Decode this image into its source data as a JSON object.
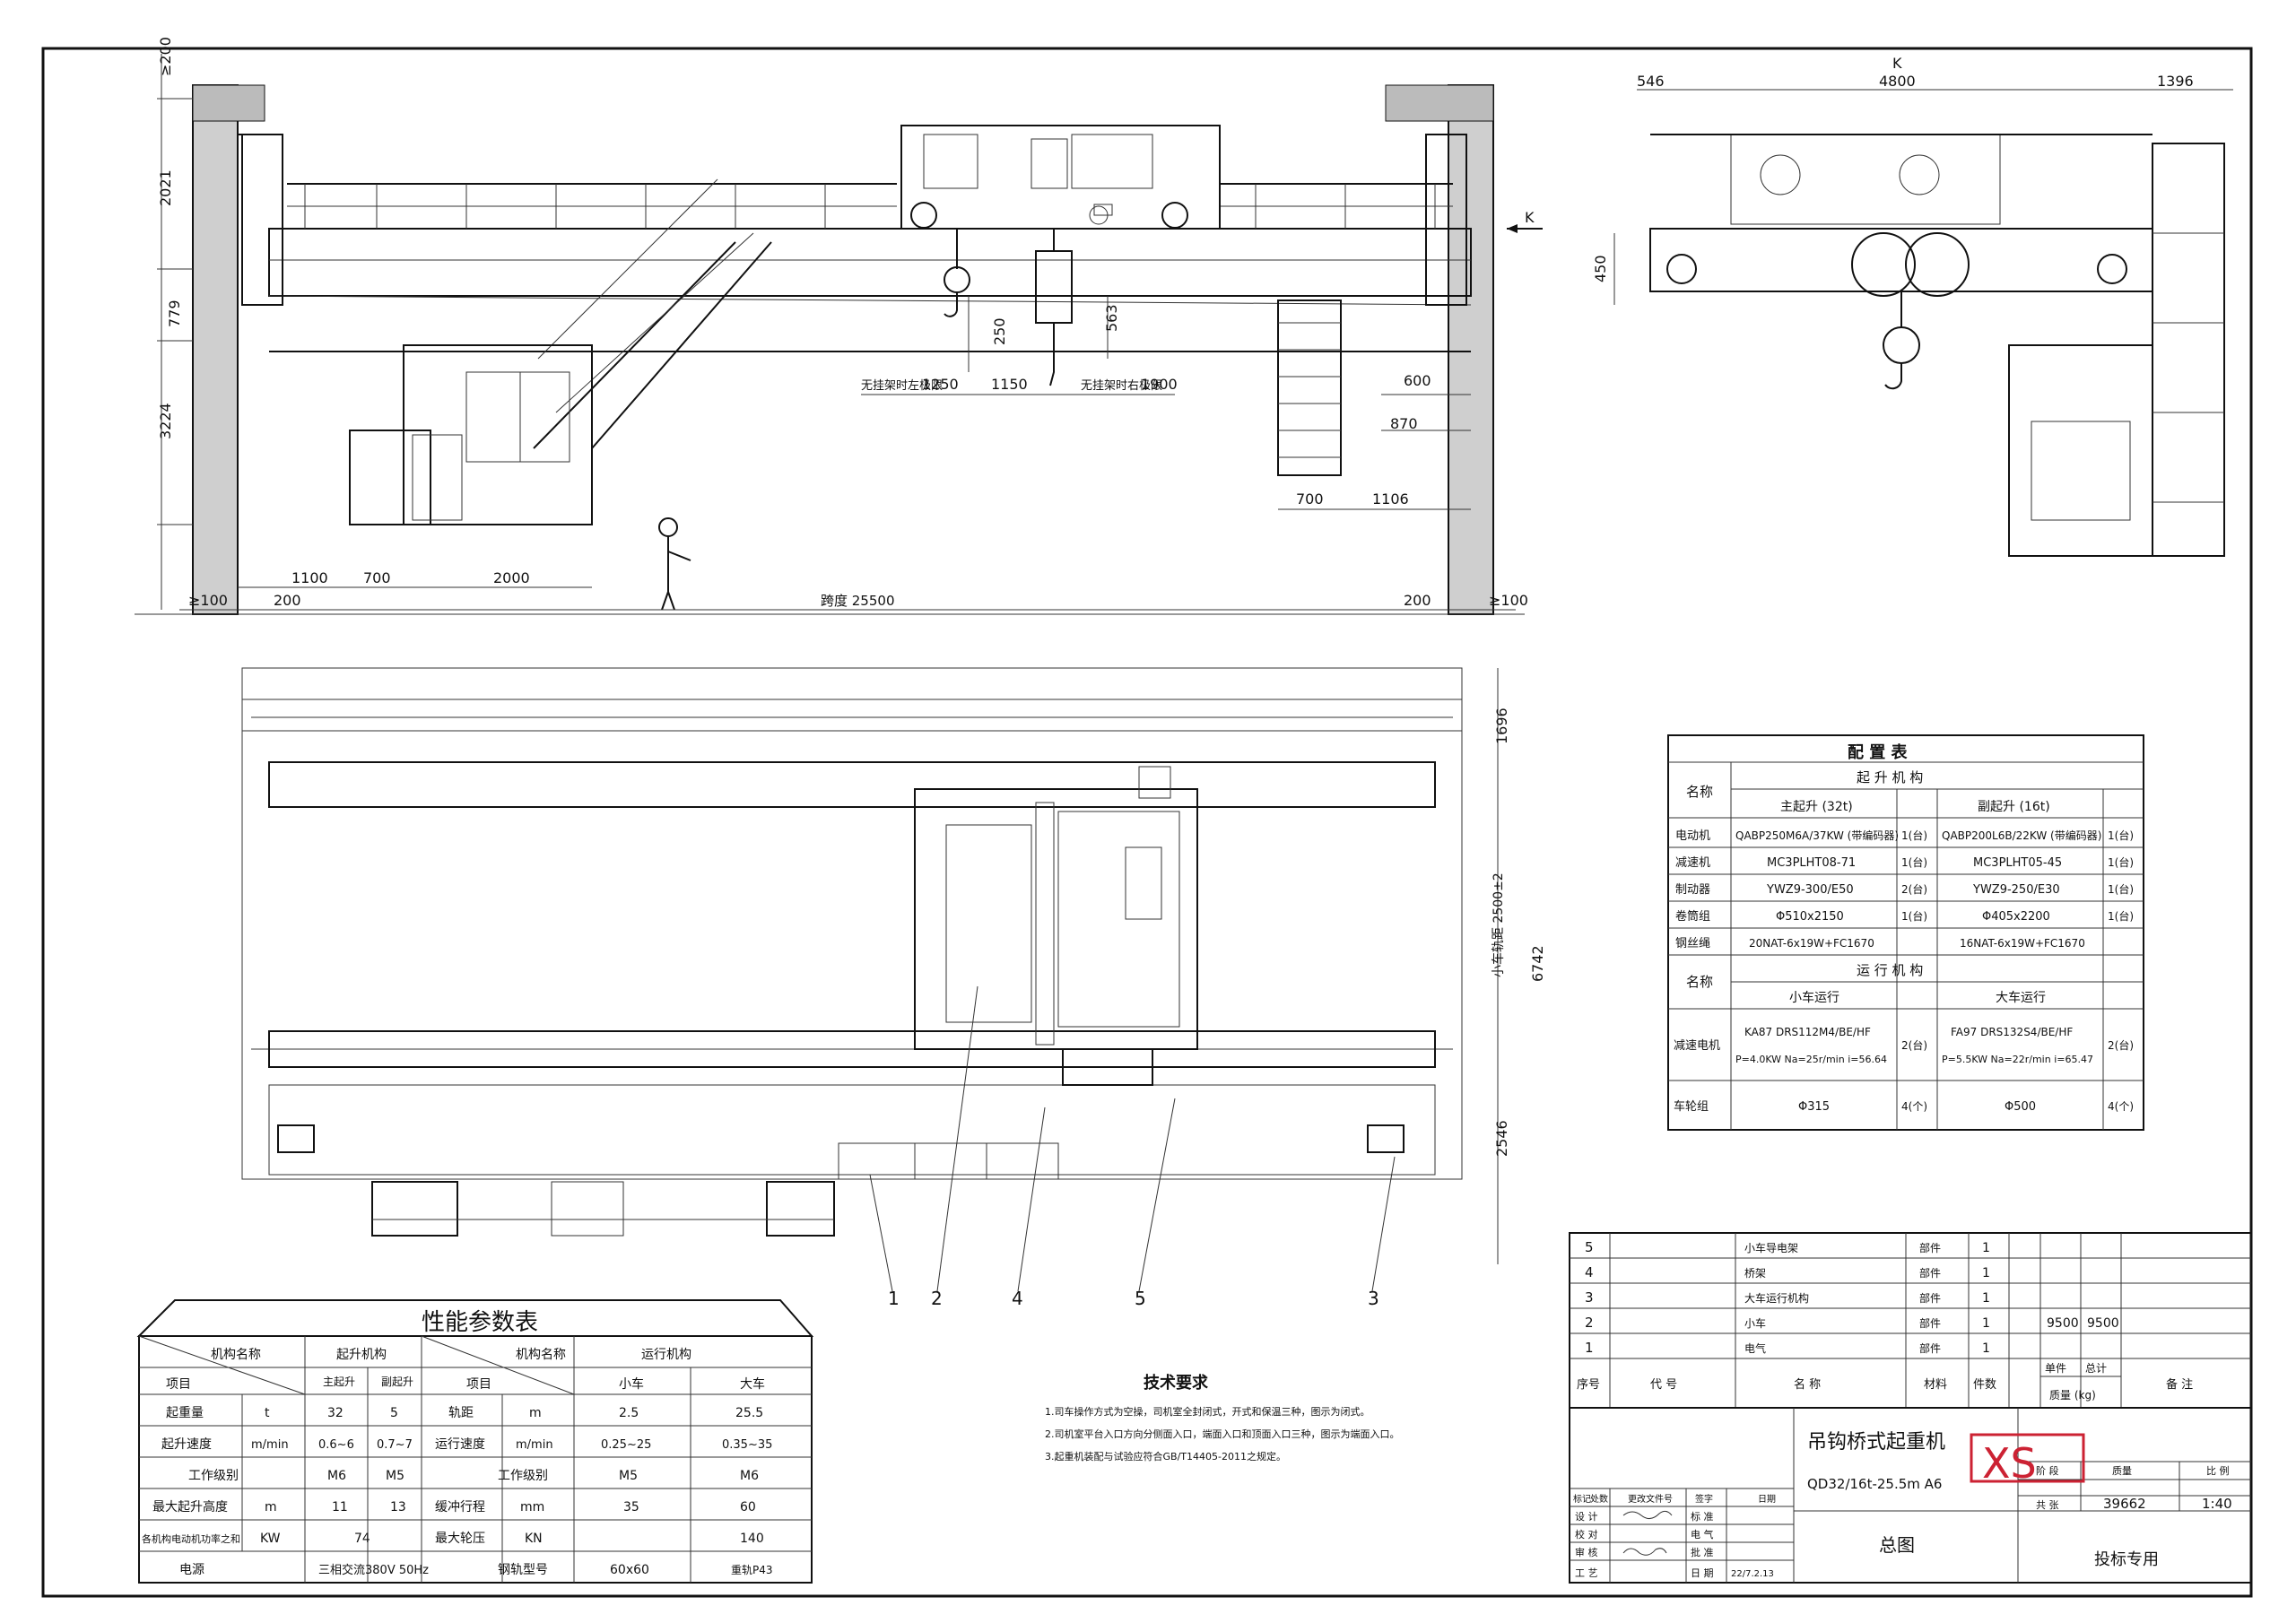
{
  "front_view": {
    "dim_top_clear": "≥200",
    "dim_2021": "2021",
    "dim_779": "779",
    "dim_3224": "3224",
    "dim_250": "250",
    "dim_563": "563",
    "dim_600": "600",
    "dim_870": "870",
    "dim_700b": "700",
    "dim_1106": "1106",
    "label_left_limit": "无挂架时左极限",
    "dim_1250": "1250",
    "dim_1150": "1150",
    "label_right_limit": "无挂架时右极限",
    "dim_1900": "1900",
    "dim_1100": "1100",
    "dim_700": "700",
    "dim_2000": "2000",
    "dim_100l": "≥100",
    "dim_200l": "200",
    "span_label": "跨度 25500",
    "dim_200r": "200",
    "dim_100r": "≥100",
    "view_k": "K"
  },
  "side_view": {
    "k": "K",
    "dim_546": "546",
    "dim_4800": "4800",
    "dim_1396": "1396",
    "dim_450": "450"
  },
  "plan_view": {
    "dim_1696": "1696",
    "dim_track": "小车轨距 2500±2",
    "dim_6742": "6742",
    "dim_2546": "2546",
    "callouts": [
      "1",
      "2",
      "4",
      "5",
      "3"
    ]
  },
  "config_table": {
    "title": "配  置  表",
    "col_name": "名称",
    "hoist_group": "起  升  机  构",
    "main_hoist": "主起升 (32t)",
    "aux_hoist": "副起升 (16t)",
    "run_group": "运  行  机  构",
    "trolley_run": "小车运行",
    "bridge_run": "大车运行",
    "rows_hoist": [
      {
        "name": "电动机",
        "main": "QABP250M6A/37KW (带编码器)",
        "main_q": "1(台)",
        "aux": "QABP200L6B/22KW (带编码器)",
        "aux_q": "1(台)"
      },
      {
        "name": "减速机",
        "main": "MC3PLHT08-71",
        "main_q": "1(台)",
        "aux": "MC3PLHT05-45",
        "aux_q": "1(台)"
      },
      {
        "name": "制动器",
        "main": "YWZ9-300/E50",
        "main_q": "2(台)",
        "aux": "YWZ9-250/E30",
        "aux_q": "1(台)"
      },
      {
        "name": "卷筒组",
        "main": "Φ510x2150",
        "main_q": "1(台)",
        "aux": "Φ405x2200",
        "aux_q": "1(台)"
      },
      {
        "name": "钢丝绳",
        "main": "20NAT-6x19W+FC1670",
        "main_q": "",
        "aux": "16NAT-6x19W+FC1670",
        "aux_q": ""
      }
    ],
    "rows_run": [
      {
        "name": "减速电机",
        "trolley_1": "KA87 DRS112M4/BE/HF",
        "trolley_2": "P=4.0KW  Na=25r/min  i=56.64",
        "trolley_q": "2(台)",
        "bridge_1": "FA97 DRS132S4/BE/HF",
        "bridge_2": "P=5.5KW  Na=22r/min  i=65.47",
        "bridge_q": "2(台)"
      },
      {
        "name": "车轮组",
        "trolley_1": "Φ315",
        "trolley_2": "",
        "trolley_q": "4(个)",
        "bridge_1": "Φ500",
        "bridge_2": "",
        "bridge_q": "4(个)"
      }
    ]
  },
  "parts_list": {
    "rows": [
      {
        "no": "5",
        "code": "",
        "name": "小车导电架",
        "material": "部件",
        "qty": "1",
        "unit_w": "",
        "total_w": "",
        "note": ""
      },
      {
        "no": "4",
        "code": "",
        "name": "桥架",
        "material": "部件",
        "qty": "1",
        "unit_w": "",
        "total_w": "",
        "note": ""
      },
      {
        "no": "3",
        "code": "",
        "name": "大车运行机构",
        "material": "部件",
        "qty": "1",
        "unit_w": "",
        "total_w": "",
        "note": ""
      },
      {
        "no": "2",
        "code": "",
        "name": "小车",
        "material": "部件",
        "qty": "1",
        "unit_w": "9500",
        "total_w": "9500",
        "note": ""
      },
      {
        "no": "1",
        "code": "",
        "name": "电气",
        "material": "部件",
        "qty": "1",
        "unit_w": "",
        "total_w": "",
        "note": ""
      }
    ],
    "header": {
      "no": "序号",
      "code": "代  号",
      "name": "名  称",
      "material": "材料",
      "qty": "件数",
      "unit_w": "单件",
      "total_w": "总计",
      "weight": "质量 (kg)",
      "note": "备  注"
    }
  },
  "title_block": {
    "product": "吊钩桥式起重机",
    "model": "QD32/16t-25.5m  A6",
    "stamp": "XS",
    "drawing_name": "总图",
    "tender": "投标专用",
    "stage_label": "阶  段",
    "weight_label": "质量",
    "scale_label": "比 例",
    "sheet_label": "共  张",
    "weight_value": "39662",
    "scale_value": "1:40",
    "rows": [
      "标记",
      "处数",
      "更改文件号",
      "签字",
      "日期",
      "设  计",
      "校  对",
      "审  核",
      "工  艺",
      "标  准",
      "电  气",
      "批  准",
      "日  期"
    ],
    "date_value": "22/7.2.13"
  },
  "perf_table": {
    "title": "性能参数表",
    "hdr_mech": "机构名称",
    "hdr_item": "项目",
    "hdr_hoist": "起升机构",
    "hdr_main": "主起升",
    "hdr_aux": "副起升",
    "hdr_run": "运行机构",
    "hdr_trolley": "小车",
    "hdr_bridge": "大车",
    "rows": [
      {
        "item": "起重量",
        "unit": "t",
        "main": "32",
        "aux": "5",
        "item2": "轨距",
        "unit2": "m",
        "trolley": "2.5",
        "bridge": "25.5"
      },
      {
        "item": "起升速度",
        "unit": "m/min",
        "main": "0.6~6",
        "aux": "0.7~7",
        "item2": "运行速度",
        "unit2": "m/min",
        "trolley": "0.25~25",
        "bridge": "0.35~35"
      },
      {
        "item": "工作级别",
        "unit": "",
        "main": "M6",
        "aux": "M5",
        "item2": "工作级别",
        "unit2": "",
        "trolley": "M5",
        "bridge": "M6"
      },
      {
        "item": "最大起升高度",
        "unit": "m",
        "main": "11",
        "aux": "13",
        "item2": "缓冲行程",
        "unit2": "mm",
        "trolley": "35",
        "bridge": "60"
      },
      {
        "item": "各机构电动机功率之和",
        "unit": "KW",
        "main": "74",
        "aux": "",
        "item2": "最大轮压",
        "unit2": "KN",
        "trolley": "",
        "bridge": "140"
      },
      {
        "item": "电源",
        "unit": "",
        "main": "三相交流380V  50Hz",
        "aux": "",
        "item2": "钢轨型号",
        "unit2": "",
        "trolley": "60x60",
        "bridge": "重轨P43"
      }
    ]
  },
  "tech_req": {
    "title": "技术要求",
    "lines": [
      "1.司车操作方式为空操，司机室全封闭式，开式和保温三种，图示为闭式。",
      "2.司机室平台入口方向分侧面入口，端面入口和顶面入口三种，图示为端面入口。",
      "3.起重机装配与试验应符合GB/T14405-2011之规定。"
    ]
  }
}
